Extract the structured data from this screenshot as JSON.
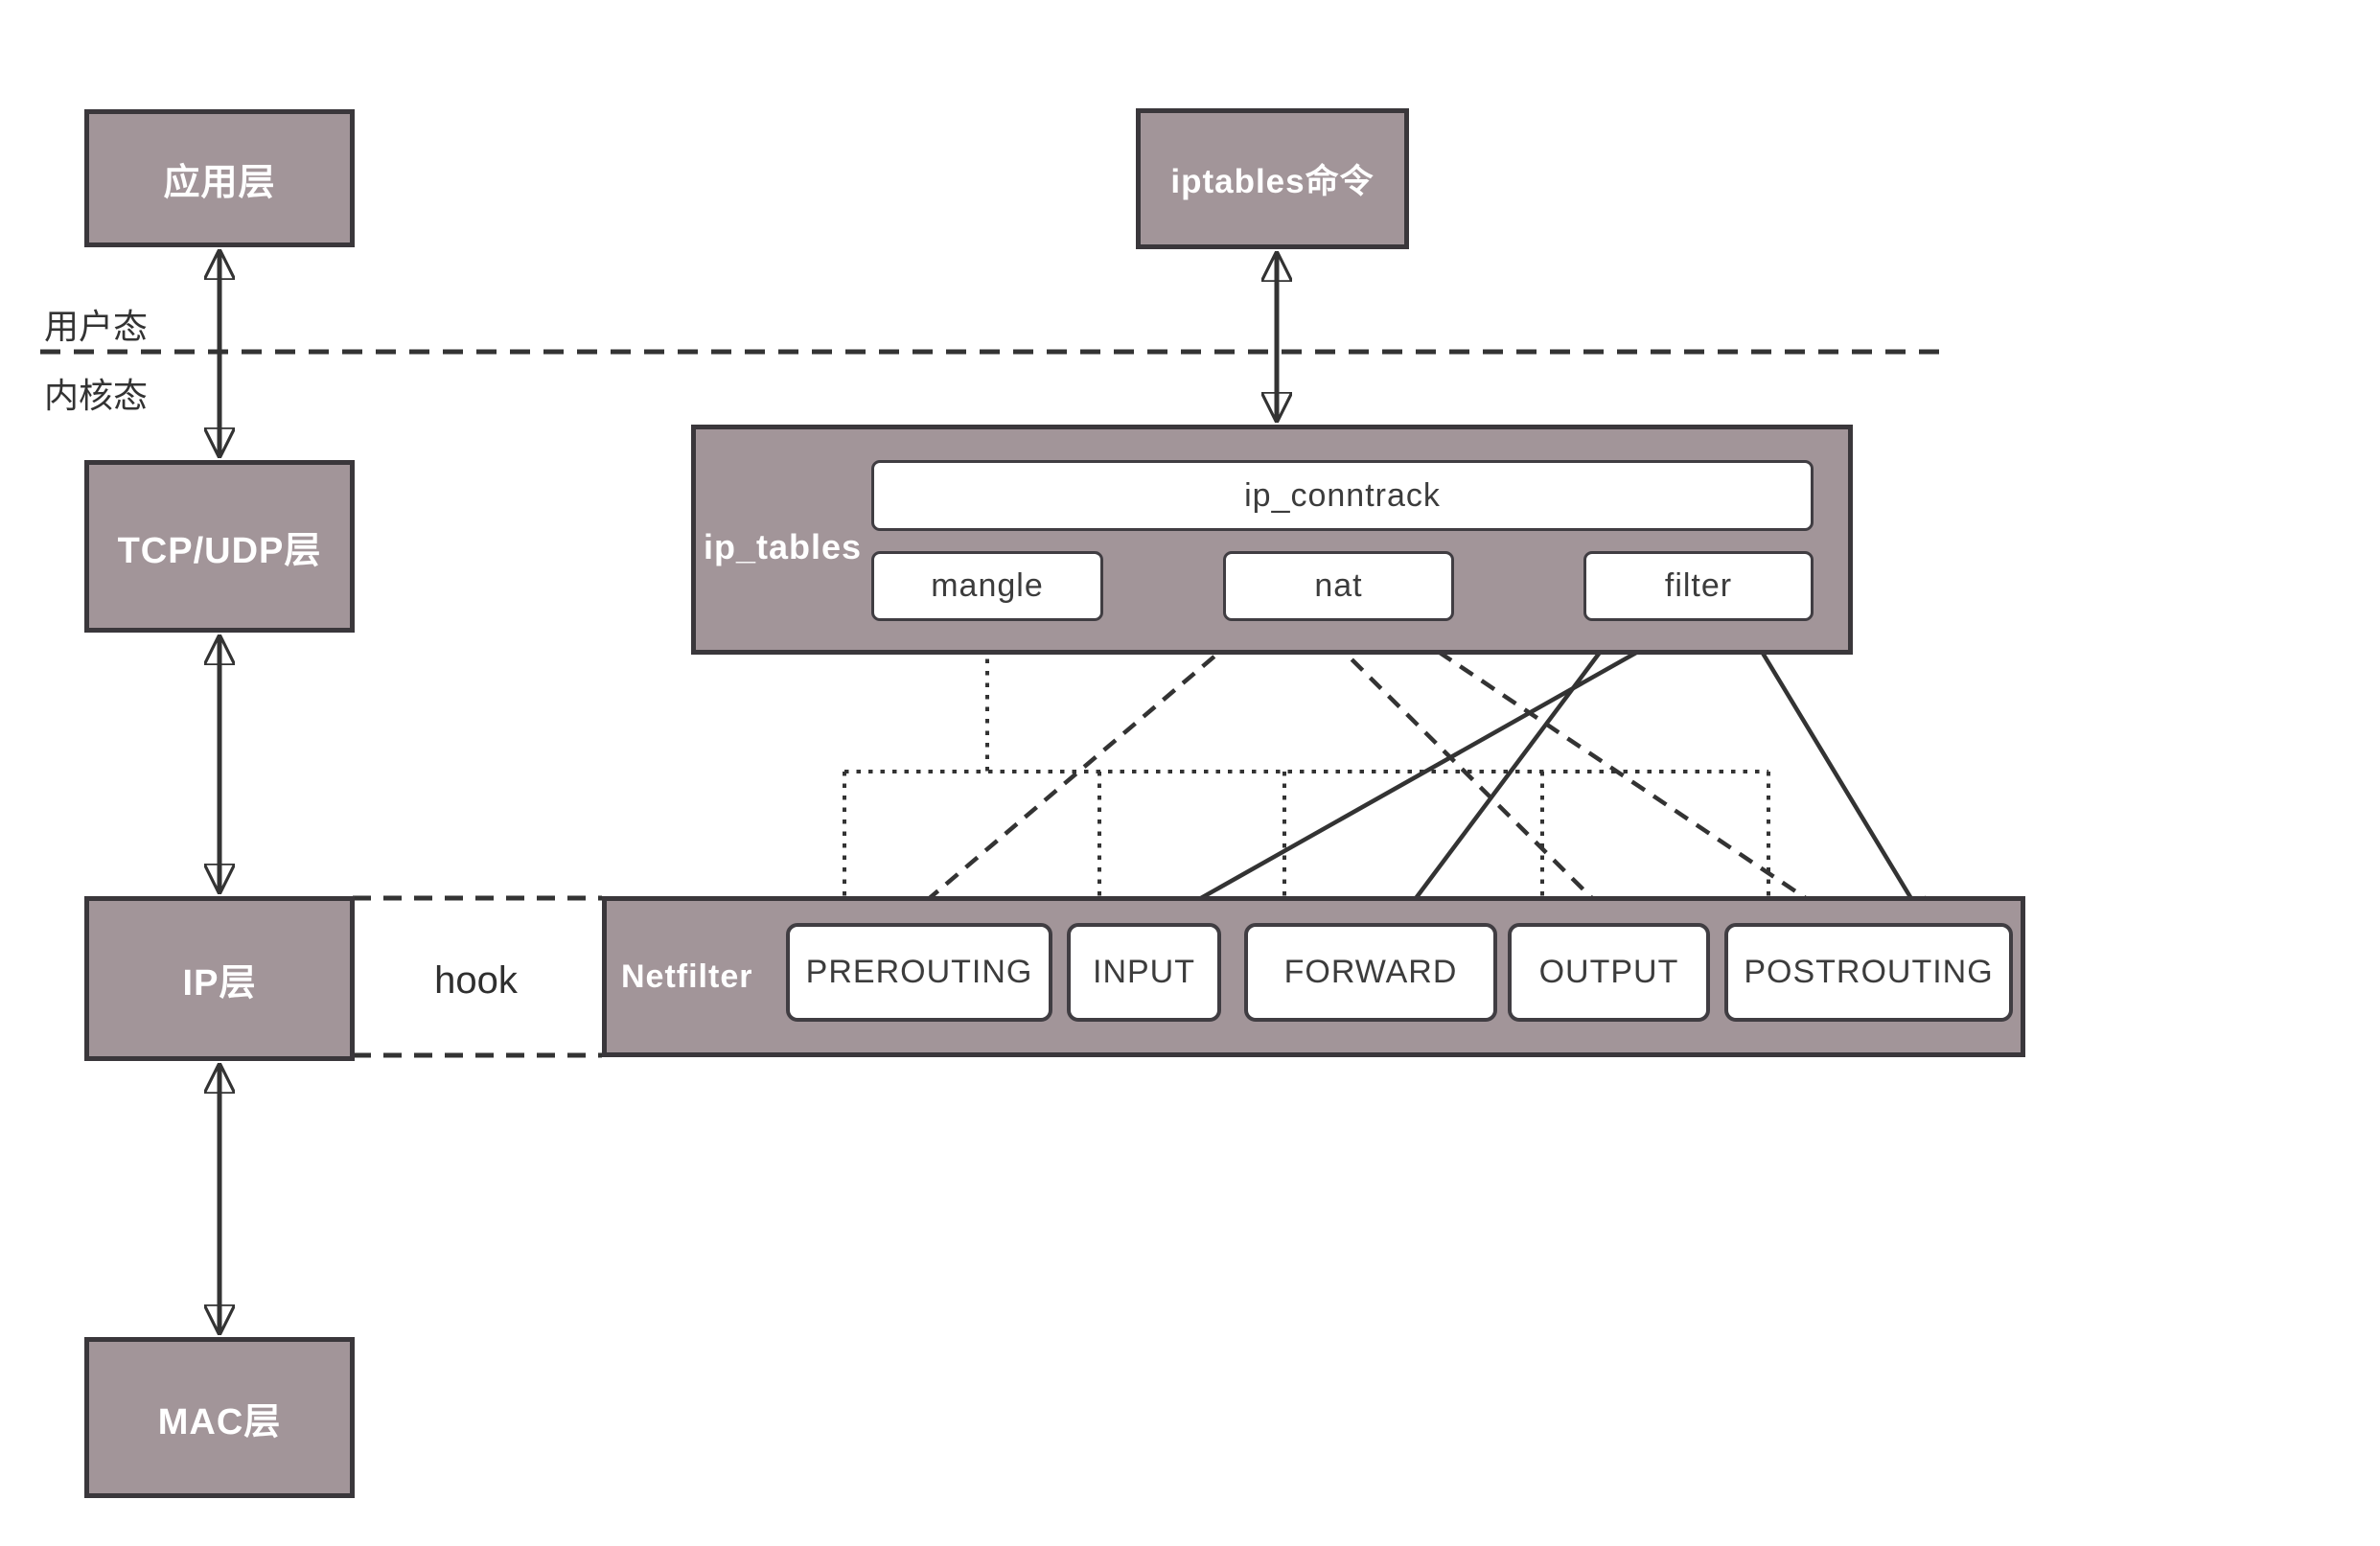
{
  "diagram": {
    "modes": {
      "user": "用户态",
      "kernel": "内核态"
    },
    "stack": {
      "app": "应用层",
      "tcp_udp": "TCP/UDP层",
      "ip": "IP层",
      "mac": "MAC层"
    },
    "iptables_cmd": "iptables命令",
    "ip_tables": {
      "label": "ip_tables",
      "conntrack": "ip_conntrack",
      "tables": [
        "mangle",
        "nat",
        "filter"
      ]
    },
    "netfilter": {
      "label": "Netfilter",
      "hook": "hook",
      "chains": [
        "PREROUTING",
        "INPUT",
        "FORWARD",
        "OUTPUT",
        "POSTROUTING"
      ]
    },
    "colors": {
      "box_fill": "#a29599",
      "box_border": "#3a373b",
      "line": "#333333"
    }
  }
}
